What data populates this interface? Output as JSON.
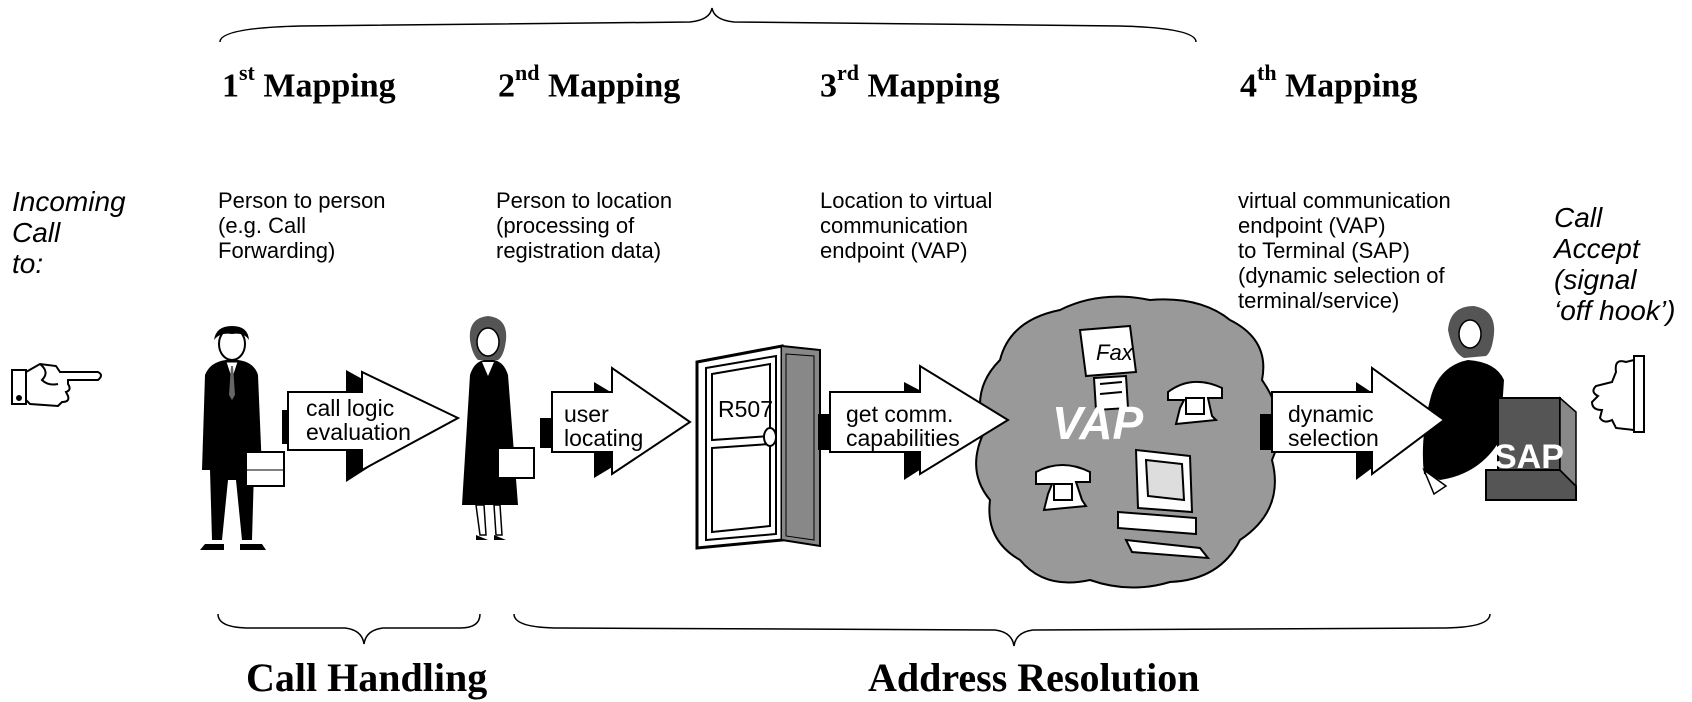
{
  "mappings": [
    {
      "num": "1",
      "sup": "st",
      "word": "Mapping"
    },
    {
      "num": "2",
      "sup": "nd",
      "word": "Mapping"
    },
    {
      "num": "3",
      "sup": "rd",
      "word": "Mapping"
    },
    {
      "num": "4",
      "sup": "th",
      "word": "Mapping"
    }
  ],
  "incoming": "Incoming\nCall\nto:",
  "accept": "Call\nAccept\n(signal\n‘off hook’)",
  "descriptions": [
    "Person to person\n(e.g. Call\nForwarding)",
    "Person to location\n(processing of\nregistration data)",
    "Location to virtual\ncommunication\nendpoint (VAP)",
    "virtual communication\nendpoint (VAP)\nto Terminal (SAP)\n(dynamic selection of\nterminal/service)"
  ],
  "arrows": [
    "call logic\nevaluation",
    "user\nlocating",
    "get comm.\ncapabilities",
    "dynamic\nselection"
  ],
  "door_label": "R507",
  "vap": {
    "fax": "Fax",
    "label": "VAP"
  },
  "sap_label": "SAP",
  "bottom": {
    "left": "Call Handling",
    "right": "Address Resolution"
  },
  "icons": [
    "pointing-hand-icon",
    "businessman-icon",
    "businesswoman-icon",
    "door-icon",
    "fax-icon",
    "telephone-icon",
    "computer-icon",
    "woman-at-terminal-icon",
    "thumbs-up-hand-icon"
  ]
}
